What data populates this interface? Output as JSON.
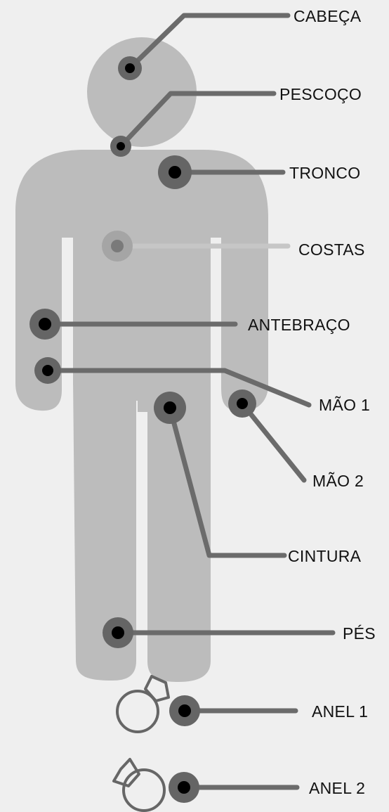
{
  "colors": {
    "background": "#efefef",
    "body": "#bcbcbc",
    "line": "#6b6b6b",
    "line_faded": "#c6c6c6",
    "marker_ring": "#656565",
    "marker_ring_faded": "#a5a5a5",
    "marker_dot": "#000000",
    "marker_dot_faded": "#7a7a7a",
    "ring_icon": "#666666"
  },
  "points": [
    {
      "id": "cabeca",
      "label": "CABEÇA"
    },
    {
      "id": "pescoco",
      "label": "PESCOÇO"
    },
    {
      "id": "tronco",
      "label": "TRONCO"
    },
    {
      "id": "costas",
      "label": "COSTAS"
    },
    {
      "id": "antebraco",
      "label": "ANTEBRAÇO"
    },
    {
      "id": "mao1",
      "label": "MÃO 1"
    },
    {
      "id": "mao2",
      "label": "MÃO 2"
    },
    {
      "id": "cintura",
      "label": "CINTURA"
    },
    {
      "id": "pes",
      "label": "PÉS"
    },
    {
      "id": "anel1",
      "label": "ANEL 1"
    },
    {
      "id": "anel2",
      "label": "ANEL 2"
    }
  ]
}
